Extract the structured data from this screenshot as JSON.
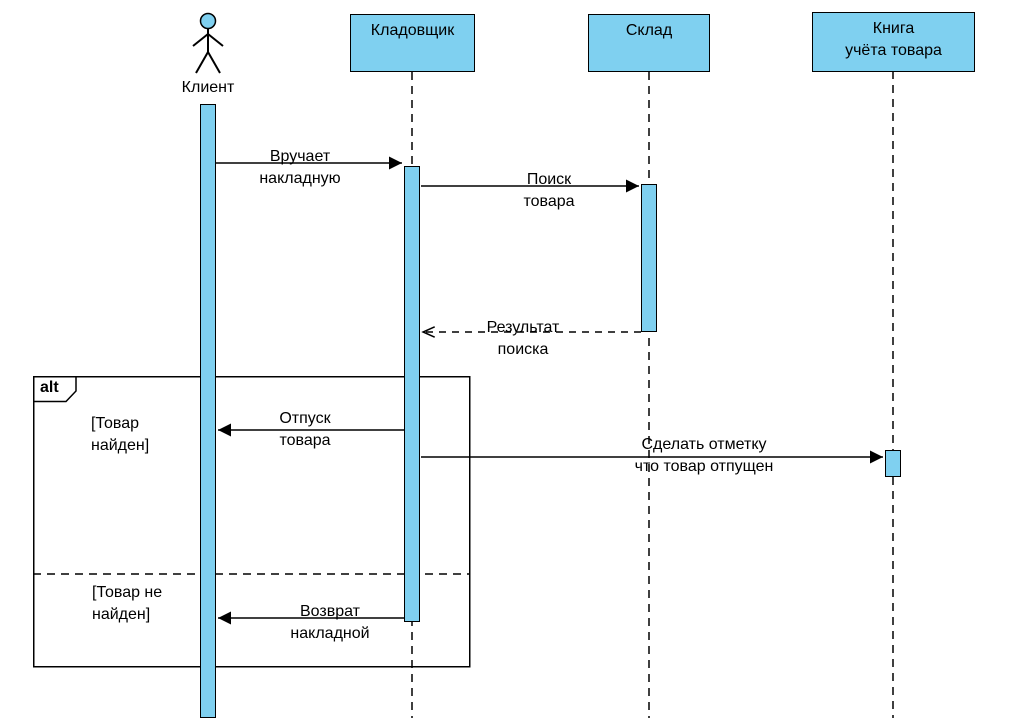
{
  "colors": {
    "fill": "#7FD0F0",
    "stroke": "#000000",
    "background": "#FFFFFF"
  },
  "actors": {
    "client": "Клиент",
    "storekeeper": "Кладовщик",
    "warehouse": "Склад",
    "ledger": "Книга\nучёта товара"
  },
  "messages": {
    "hand_invoice": "Вручает\nнакладную",
    "search_goods": "Поиск\nтовара",
    "search_result": "Результат\nпоиска",
    "release_goods": "Отпуск\nтовара",
    "make_note": "Сделать отметку\nчто товар отпущен",
    "return_invoice": "Возврат\nнакладной"
  },
  "alt": {
    "label": "alt",
    "guard_found": "[Товар\nнайден]",
    "guard_not_found": "[Товар не\nнайден]"
  }
}
